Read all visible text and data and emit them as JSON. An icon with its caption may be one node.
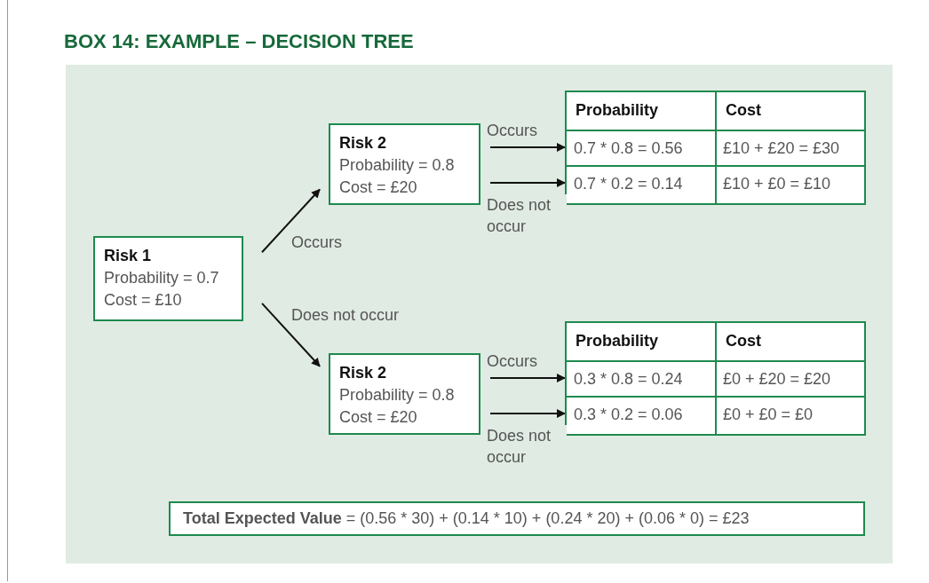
{
  "diagram": {
    "title": "BOX 14: EXAMPLE – DECISION TREE",
    "nodes": [
      {
        "text": [
          "Risk 1",
          "Probability = 0.7",
          "Cost = £10"
        ]
      },
      {
        "text": [
          "Risk 2",
          "Probability = 0.8",
          "Cost = £20"
        ]
      },
      {
        "text": [
          "Probability",
          "Cost"
        ]
      },
      {
        "text": [
          "0.7 * 0.8 = 0.56",
          "£10 + £20 = £30"
        ],
        "in": 2
      },
      {
        "text": [
          "0.7 * 0.2 = 0.14",
          "£10 + £0 = £10"
        ],
        "in": 2
      },
      {
        "text": [
          "Risk 2",
          "Probability = 0.8",
          "Cost = £20"
        ]
      },
      {
        "text": [
          "Probability",
          "Cost"
        ]
      },
      {
        "text": [
          "0.3 * 0.8 = 0.24",
          "£0 + £20 = £20"
        ],
        "in": 6
      },
      {
        "text": [
          "0.3 * 0.2 = 0.06",
          "£0 + £0 = £0"
        ],
        "in": 6
      },
      {
        "text": [
          "**Total Expected Value** = (0.56 * 30) + (0.14 * 10) + (0.24 * 20) + (0.06 * 0) = £23"
        ]
      }
    ],
    "edges": [
      {
        "from": 0,
        "to": 1,
        "arrow": "to",
        "label": "Occurs"
      },
      {
        "from": 0,
        "to": 5,
        "arrow": "to",
        "label": "Does not occur"
      },
      {
        "from": 1,
        "to": 3,
        "arrow": "to",
        "label": "Occurs"
      },
      {
        "from": 1,
        "to": 4,
        "arrow": "to",
        "label": "Does not occur"
      },
      {
        "from": 5,
        "to": 7,
        "arrow": "to",
        "label": "Occurs"
      },
      {
        "from": 5,
        "to": 8,
        "arrow": "to",
        "label": "Does not occur"
      }
    ]
  }
}
